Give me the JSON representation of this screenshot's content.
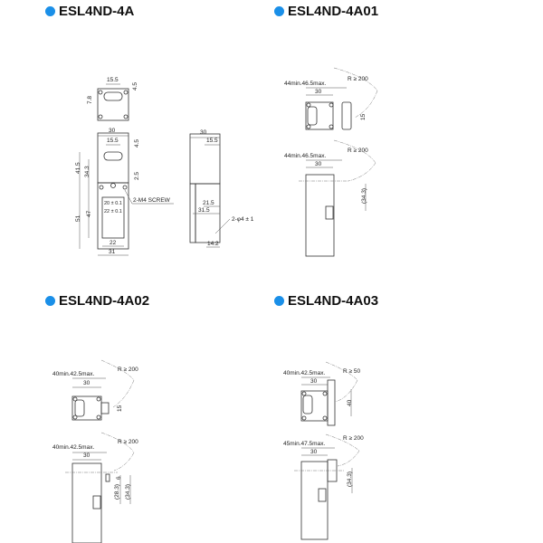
{
  "sections": [
    {
      "title": "ESL4ND-4A",
      "accent": "#1a8fe8"
    },
    {
      "title": "ESL4ND-4A01",
      "accent": "#1a8fe8"
    },
    {
      "title": "ESL4ND-4A02",
      "accent": "#1a8fe8"
    },
    {
      "title": "ESL4ND-4A03",
      "accent": "#1a8fe8"
    }
  ],
  "d1": {
    "top_w": "15.5",
    "top_h": "4.5",
    "top_left": "7.8",
    "front_w": "30",
    "front_slot": "15.5",
    "front_top": "4.5",
    "h415": "41.5",
    "h343": "34.3",
    "h25": "2.5",
    "h51": "51",
    "h47": "47",
    "tol1": "20 ± 0.1",
    "tol2": "22 ± 0.1",
    "screw": "2-M4 SCREW",
    "b22": "22",
    "b31": "31",
    "side_w": "30",
    "side_slot": "15.5",
    "s215": "21.5",
    "s315": "31.5",
    "hole": "2-φ4 ± 1",
    "s142": "14.2"
  },
  "d2": {
    "range1": "44min.46.5max.",
    "w1": "30",
    "r1": "R ≥ 200",
    "v15": "15",
    "range2": "44min.46.5max.",
    "w2": "30",
    "r2": "R ≥ 200",
    "v343": "(34.3)"
  },
  "d3": {
    "range1": "40min.42.5max.",
    "w1": "30",
    "r1": "R ≥ 200",
    "v15": "15",
    "range2": "40min.42.5max.",
    "w2": "30",
    "r2": "R ≥ 200",
    "v6": "6",
    "v283": "(28.3)",
    "v343": "(34.3)"
  },
  "d4": {
    "range1": "40min.42.5max.",
    "w1": "30",
    "r1": "R ≥ 50",
    "v40": "40",
    "range2": "45min.47.5max.",
    "w2": "30",
    "r2": "R ≥ 200",
    "v343": "(34.3)"
  }
}
